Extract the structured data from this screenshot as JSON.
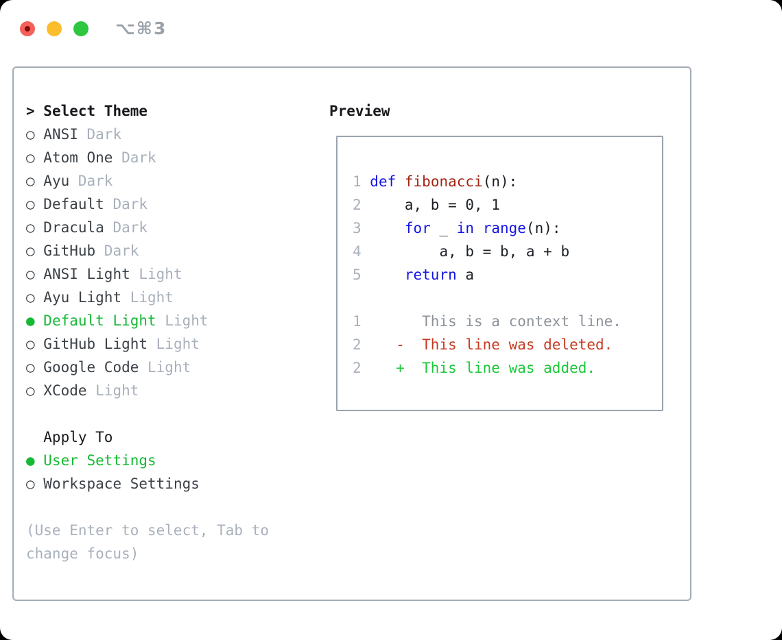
{
  "window": {
    "title": "⌥⌘3",
    "traffic_lights": [
      {
        "name": "close-button",
        "color": "#f4605a"
      },
      {
        "name": "minimize-button",
        "color": "#fbbd2c"
      },
      {
        "name": "zoom-button",
        "color": "#2fc640"
      }
    ]
  },
  "colors": {
    "accent_green": "#16b934",
    "muted_gray": "#a8b0bb",
    "item_text": "#3a4046",
    "panel_border": "#a3abb6",
    "keyword_blue": "#1414e6",
    "function_red": "#a32313",
    "diff_deleted_red": "#c53b22",
    "diff_added_green": "#1cc83a"
  },
  "theme_panel": {
    "header": {
      "marker": "> ",
      "label": "Select Theme"
    },
    "themes": [
      {
        "marker": "○ ",
        "name": "ANSI",
        "variant": " Dark",
        "selected": false
      },
      {
        "marker": "○ ",
        "name": "Atom One",
        "variant": " Dark",
        "selected": false
      },
      {
        "marker": "○ ",
        "name": "Ayu",
        "variant": " Dark",
        "selected": false
      },
      {
        "marker": "○ ",
        "name": "Default",
        "variant": " Dark",
        "selected": false
      },
      {
        "marker": "○ ",
        "name": "Dracula",
        "variant": " Dark",
        "selected": false
      },
      {
        "marker": "○ ",
        "name": "GitHub",
        "variant": " Dark",
        "selected": false
      },
      {
        "marker": "○ ",
        "name": "ANSI Light",
        "variant": " Light",
        "selected": false
      },
      {
        "marker": "○ ",
        "name": "Ayu Light",
        "variant": " Light",
        "selected": false
      },
      {
        "marker": "● ",
        "name": "Default Light",
        "variant": " Light",
        "selected": true
      },
      {
        "marker": "○ ",
        "name": "GitHub Light",
        "variant": " Light",
        "selected": false
      },
      {
        "marker": "○ ",
        "name": "Google Code",
        "variant": " Light",
        "selected": false
      },
      {
        "marker": "○ ",
        "name": "XCode",
        "variant": " Light",
        "selected": false
      }
    ],
    "apply_to": {
      "header": "  Apply To",
      "options": [
        {
          "marker": "● ",
          "name": "User Settings",
          "selected": true
        },
        {
          "marker": "○ ",
          "name": "Workspace Settings",
          "selected": false
        }
      ]
    },
    "help_text": "(Use Enter to select, Tab to change focus)"
  },
  "preview": {
    "header": "Preview",
    "lines": [
      [
        [
          "1 ",
          "ln"
        ],
        [
          "def",
          "kw"
        ],
        [
          " ",
          "pl"
        ],
        [
          "fibonacci",
          "fn"
        ],
        [
          "(n):",
          "pl"
        ]
      ],
      [
        [
          "2 ",
          "ln"
        ],
        [
          "    a, b = 0, 1",
          "pl"
        ]
      ],
      [
        [
          "3 ",
          "ln"
        ],
        [
          "    ",
          "pl"
        ],
        [
          "for",
          "kw"
        ],
        [
          " _ ",
          "pl"
        ],
        [
          "in",
          "kw"
        ],
        [
          " ",
          "pl"
        ],
        [
          "range",
          "kw"
        ],
        [
          "(n):",
          "pl"
        ]
      ],
      [
        [
          "4 ",
          "ln"
        ],
        [
          "        a, b = b, a + b",
          "pl"
        ]
      ],
      [
        [
          "5 ",
          "ln"
        ],
        [
          "    ",
          "pl"
        ],
        [
          "return",
          "kw"
        ],
        [
          " a",
          "pl"
        ]
      ],
      [],
      [
        [
          "1 ",
          "ln"
        ],
        [
          "      ",
          "pl"
        ],
        [
          "This is a context line.",
          "ctx"
        ]
      ],
      [
        [
          "2 ",
          "ln"
        ],
        [
          "   ",
          "pl"
        ],
        [
          "-  This line was deleted.",
          "del"
        ]
      ],
      [
        [
          "2 ",
          "ln"
        ],
        [
          "   ",
          "pl"
        ],
        [
          "+  This line was added.",
          "add"
        ]
      ]
    ]
  }
}
